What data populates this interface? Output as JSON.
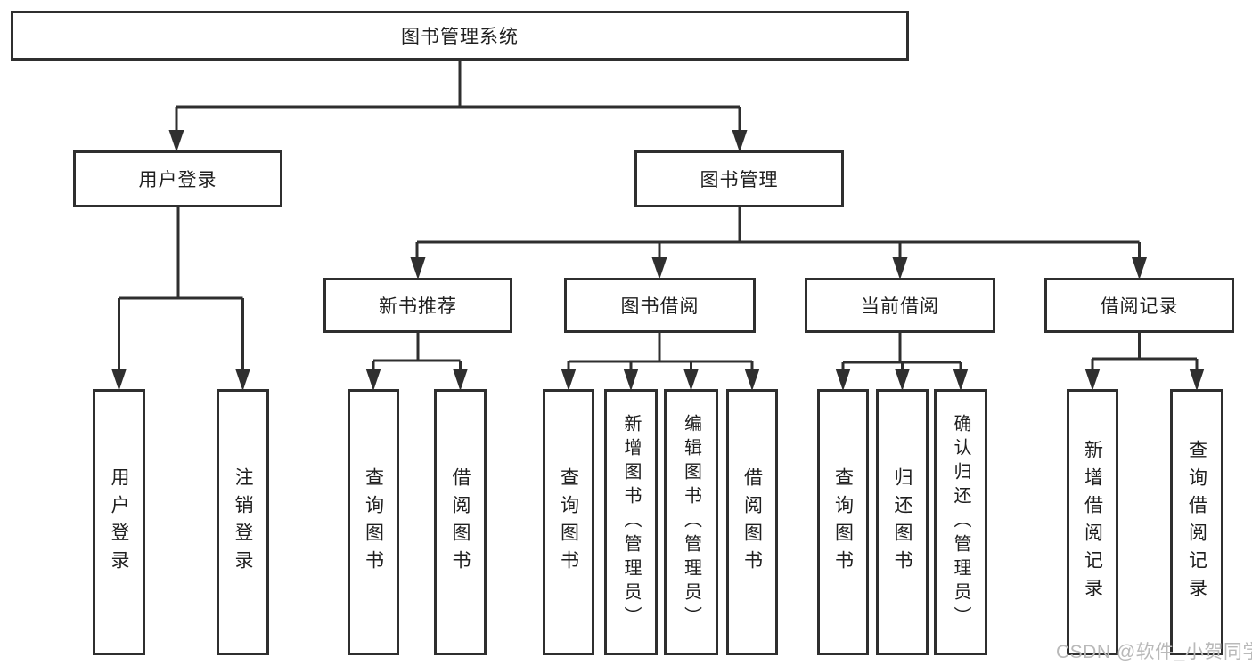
{
  "diagram_type": "hierarchy",
  "colors": {
    "line": "#2f2f2f",
    "box_border": "#2f2f2f",
    "text": "#1f1f1f",
    "background": "#ffffff",
    "watermark": "#b9b9b9"
  },
  "tree": {
    "label": "图书管理系统",
    "children": [
      {
        "label": "用户登录",
        "children": [
          {
            "label": "用户登录"
          },
          {
            "label": "注销登录"
          }
        ]
      },
      {
        "label": "图书管理",
        "children": [
          {
            "label": "新书推荐",
            "children": [
              {
                "label": "查询图书"
              },
              {
                "label": "借阅图书"
              }
            ]
          },
          {
            "label": "图书借阅",
            "children": [
              {
                "label": "查询图书"
              },
              {
                "label": "新增图书（管理员）"
              },
              {
                "label": "编辑图书（管理员）"
              },
              {
                "label": "借阅图书"
              }
            ]
          },
          {
            "label": "当前借阅",
            "children": [
              {
                "label": "查询图书"
              },
              {
                "label": "归还图书"
              },
              {
                "label": "确认归还（管理员）"
              }
            ]
          },
          {
            "label": "借阅记录",
            "children": [
              {
                "label": "新增借阅记录"
              },
              {
                "label": "查询借阅记录"
              }
            ]
          }
        ]
      }
    ]
  },
  "watermark": {
    "text": "CSDN @软件_小贺同学"
  }
}
